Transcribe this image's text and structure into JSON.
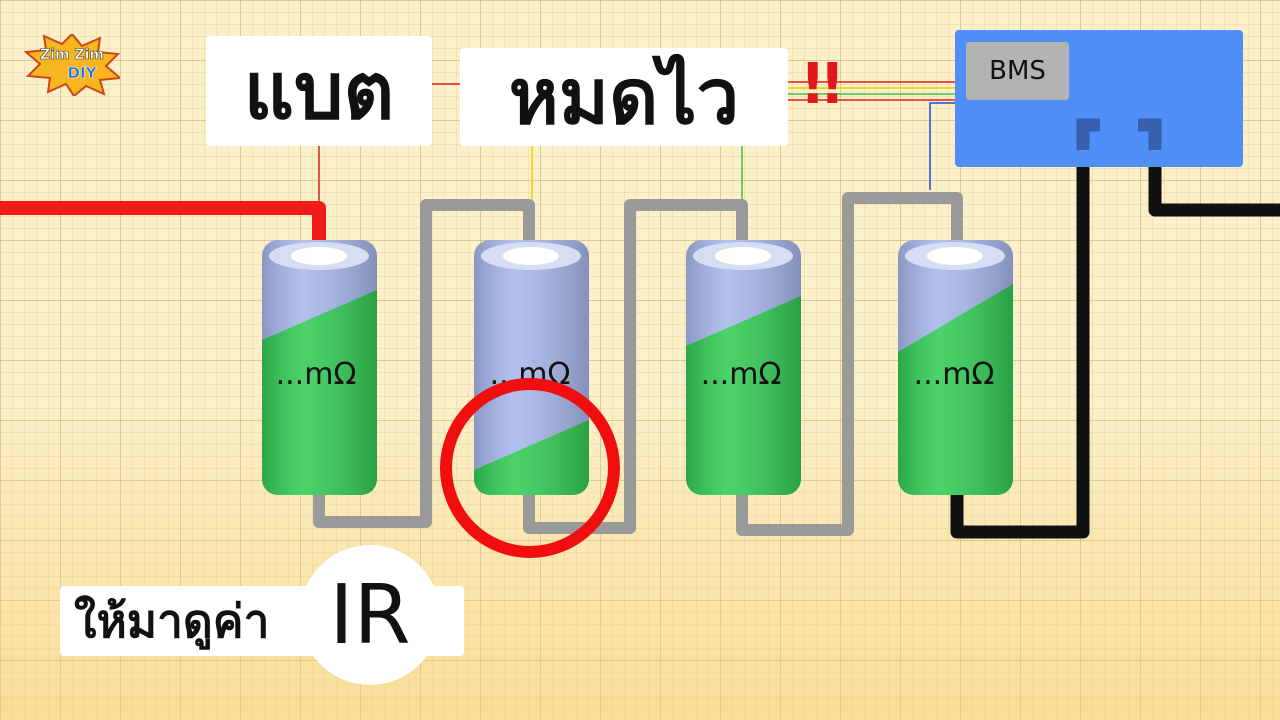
{
  "logo": {
    "line1": "Zim Zim",
    "line2": "DIY"
  },
  "title": {
    "left": "แบต",
    "right": "หมดไว",
    "exclaim": "!!"
  },
  "bms": {
    "label": "BMS"
  },
  "cells": [
    {
      "label": "...mΩ"
    },
    {
      "label": "...mΩ"
    },
    {
      "label": "...mΩ"
    },
    {
      "label": "...mΩ"
    }
  ],
  "subtitle": {
    "text": "ให้มาดูค่า",
    "highlight": "IR"
  },
  "colors": {
    "wire_red": "#f21b1b",
    "wire_gray": "#9a9a9a",
    "wire_black": "#111111",
    "cell_green": "#33cc55",
    "cell_blue": "#9db0e6",
    "bms_blue": "#4f8ff7",
    "alert_red": "#e3161d"
  }
}
